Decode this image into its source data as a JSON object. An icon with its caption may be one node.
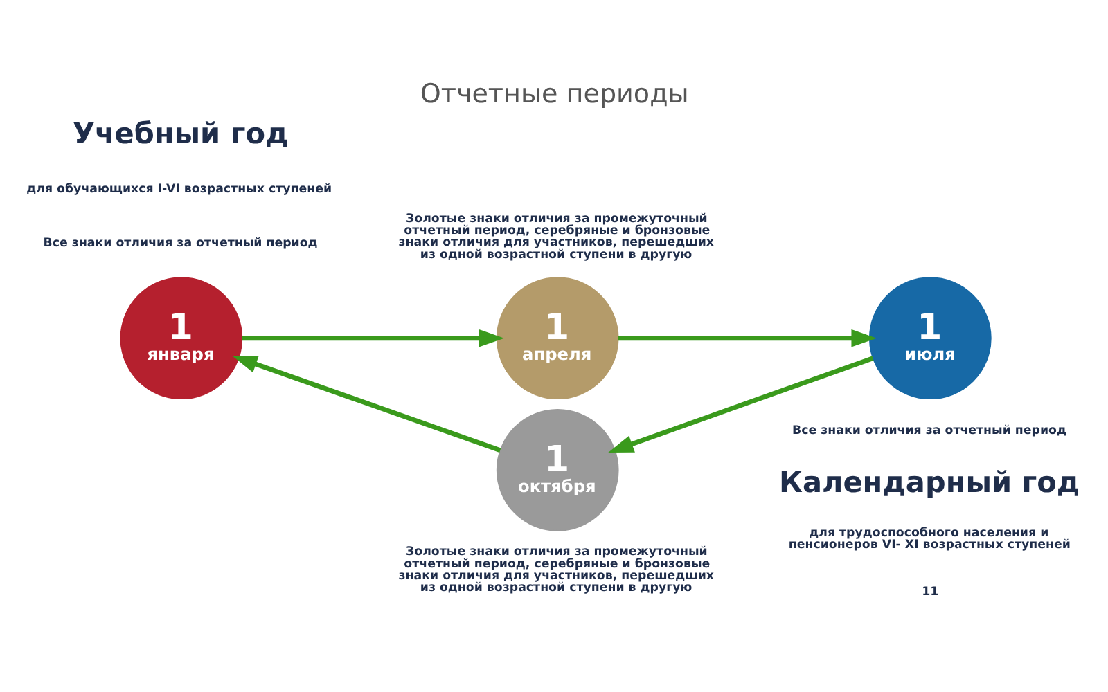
{
  "diagram": {
    "title": "Отчетные периоды",
    "nodes": [
      {
        "text": [
          "1",
          "апреля"
        ],
        "beside": [
          "Золотые знаки отличия за промежуточный отчетный период, серебряные и бронзовые знаки отличия для участников, перешедших из одной возрастной ступени в другую"
        ]
      },
      {
        "text": [
          "1",
          "января"
        ],
        "beside": [
          "Все знаки отличия за отчетный период"
        ]
      },
      {
        "text": [
          "1",
          "июля"
        ],
        "beside": [
          "Все знаки отличия за отчетный период"
        ]
      },
      {
        "text": [
          "1",
          "октября"
        ],
        "beside": [
          "Золотые знаки отличия за промежуточный отчетный период, серебряные и бронзовые знаки отличия для участников, перешедших из одной возрастной ступени в другую"
        ]
      }
    ],
    "edges": [
      {
        "from": 1,
        "to": 0,
        "arrow": "to"
      },
      {
        "from": 0,
        "to": 2,
        "arrow": "to"
      },
      {
        "from": 2,
        "to": 3,
        "arrow": "to"
      },
      {
        "from": 3,
        "to": 1,
        "arrow": "to"
      }
    ],
    "labels": [
      "Учебный год",
      "для обучающихся I-VI возрастных ступеней",
      "Календарный год",
      "для трудоспособного населения и пенсионеров VI- XI возрастных ступеней",
      "11"
    ]
  }
}
